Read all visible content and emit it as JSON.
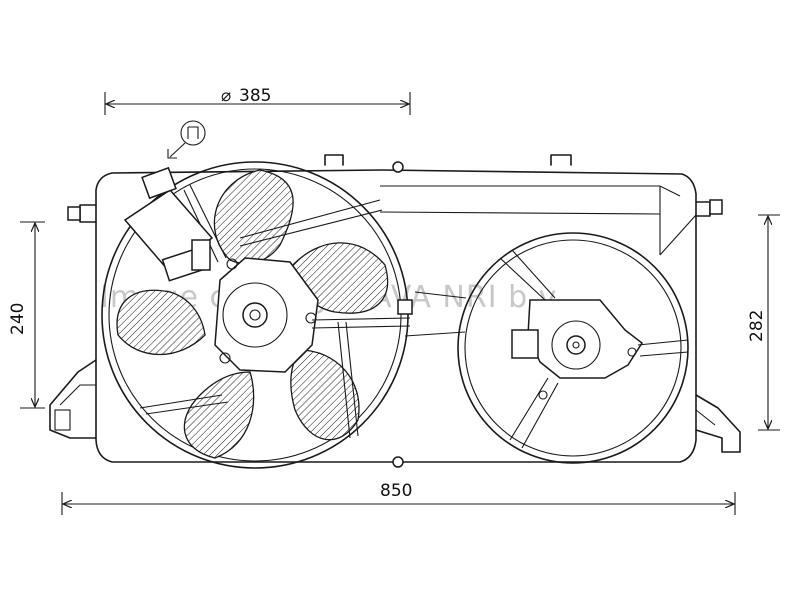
{
  "dimensions": {
    "fan_diameter": "385",
    "left_height": "240",
    "overall_width": "850",
    "right_height": "282"
  },
  "symbols": {
    "diameter_glyph": "⌀"
  },
  "watermark": "Image copyright AVA NRI b.v.",
  "colors": {
    "line": "#1a1a1a",
    "background": "#ffffff",
    "watermark": "#c8c8c8"
  }
}
